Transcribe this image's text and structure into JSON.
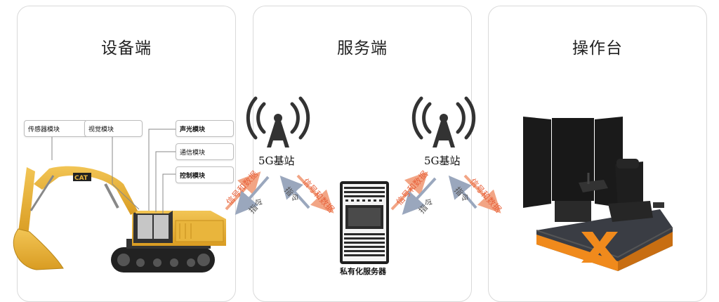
{
  "panels": {
    "device": {
      "title": "设备端"
    },
    "server": {
      "title": "服务端"
    },
    "console": {
      "title": "操作台"
    }
  },
  "stations": {
    "left": {
      "label": "5G基站"
    },
    "right": {
      "label": "5G基站"
    }
  },
  "arrows": {
    "signal_label": "信号和数据",
    "command_label": "指令"
  },
  "modules": {
    "sensor": "传感器模块",
    "vision": "视觉模块",
    "sound_light": "声光模块",
    "comm": "通信模块",
    "control": "控制模块"
  },
  "server": {
    "label": "私有化服务器"
  },
  "colors": {
    "signal_arrow": "#f2a585",
    "command_arrow": "#9aa7bd",
    "excavator": "#e8b437",
    "console_orange": "#f08a1c"
  }
}
